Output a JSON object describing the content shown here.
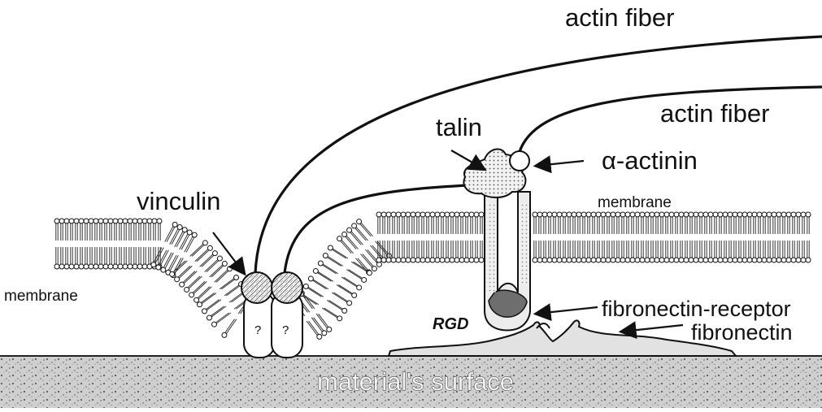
{
  "labels": {
    "actin_fiber_1": "actin fiber",
    "actin_fiber_2": "actin fiber",
    "talin": "talin",
    "alpha_actinin": "α-actinin",
    "vinculin": "vinculin",
    "membrane_right": "membrane",
    "membrane_left": "membrane",
    "fibronectin_receptor": "fibronectin-receptor",
    "fibronectin": "fibronectin",
    "rgd": "RGD",
    "integrin_left_q": "?",
    "integrin_right_q": "?",
    "surface": "material's surface"
  },
  "colors": {
    "ink": "#111111",
    "surface_fill": "#c9c9c9",
    "receptor_fill": "#7a7a7a",
    "fibronectin_fill": "#dcdcdc"
  }
}
